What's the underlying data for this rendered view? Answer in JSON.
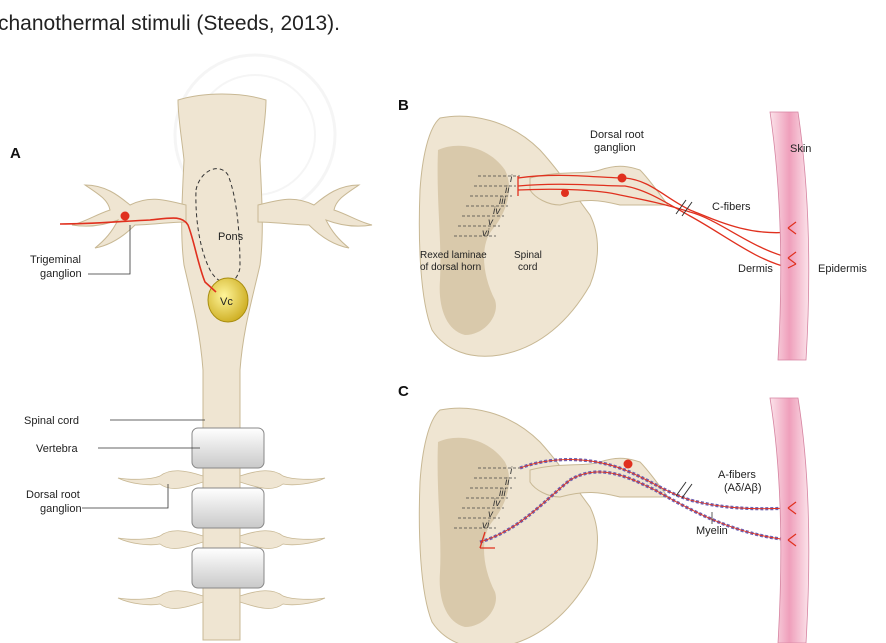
{
  "caption": "chanothermal stimuli (Steeds, 2013).",
  "panels": {
    "A": {
      "letter": "A",
      "pons": "Pons",
      "trigeminal_ganglion": [
        "Trigeminal",
        "ganglion"
      ],
      "vc": "Vc",
      "spinal_cord": "Spinal cord",
      "vertebra": "Vertebra",
      "dorsal_root_ganglion": [
        "Dorsal root",
        "ganglion"
      ]
    },
    "B": {
      "letter": "B",
      "dorsal_root_ganglion": [
        "Dorsal root",
        "ganglion"
      ],
      "skin": "Skin",
      "c_fibers": "C-fibers",
      "rexed": [
        "Rexed laminae",
        "of dorsal horn"
      ],
      "spinal_cord": [
        "Spinal",
        "cord"
      ],
      "dermis": "Dermis",
      "epidermis": "Epidermis",
      "laminae": [
        "i",
        "ii",
        "iii",
        "iv",
        "v",
        "vi"
      ]
    },
    "C": {
      "letter": "C",
      "a_fibers": [
        "A-fibers",
        "(Aδ/Aβ)"
      ],
      "myelin": "Myelin",
      "laminae": [
        "i",
        "ii",
        "iii",
        "iv",
        "v",
        "vi"
      ]
    }
  },
  "colors": {
    "tissue": "#efe5d2",
    "tissue_dark": "#d9c9ab",
    "nerve_red": "#e0301e",
    "myelin_blue": "#6b63b5",
    "skin_pink": "#f2bfd0",
    "nucleus_yellow": "#e8d54a"
  }
}
